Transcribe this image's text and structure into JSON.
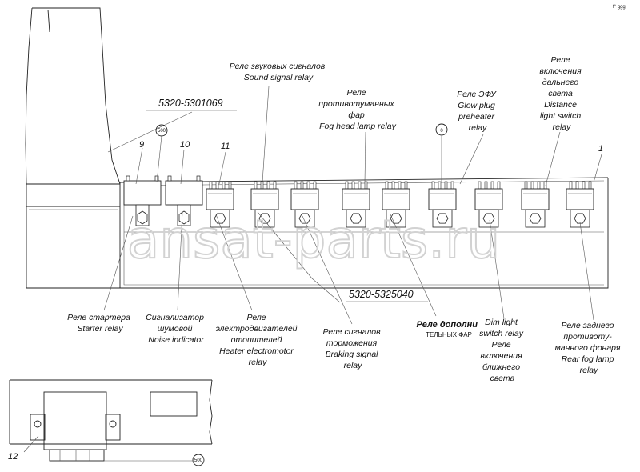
{
  "corner_mark": "f° ggg",
  "watermark": "ansat-parts.ru",
  "part_numbers": {
    "upper": "5320-5301069",
    "lower": "5320-5325040"
  },
  "markers": {
    "circle_500": "500",
    "circle_0": "0",
    "circle_500_bottom": "500"
  },
  "item_numbers": {
    "n9": "9",
    "n10": "10",
    "n11": "11",
    "n1": "1",
    "n12": "12"
  },
  "labels": {
    "sound": [
      "Реле звуковых сигналов",
      "Sound signal relay"
    ],
    "fog": [
      "Реле",
      "противотуманных",
      "фар",
      "Fog head lamp relay"
    ],
    "glow": [
      "Реле ЭФУ",
      "Glow plug",
      "preheater",
      "relay"
    ],
    "distance": [
      "Реле",
      "включения",
      "дальнего",
      "света",
      "Distance",
      "light switch",
      "relay"
    ],
    "starter": [
      "Реле стартера",
      "Starter relay"
    ],
    "noise": [
      "Сигнализатор",
      "шумовой",
      "Noise indicator"
    ],
    "heater": [
      "Реле",
      "электродвигателей",
      "отопителей",
      "Heater electromotor",
      "relay"
    ],
    "braking": [
      "Реле сигналов",
      "торможения",
      "Braking signal",
      "relay"
    ],
    "additional": [
      "Реле дополни",
      "ТЕЛЬНЫХ ФАР"
    ],
    "dim": [
      "Dim light",
      "switch relay",
      "Реле",
      "включения",
      "ближнего",
      "света"
    ],
    "rearfog": [
      "Реле заднего",
      "противоту-",
      "манного фонаря",
      "Rear fog lamp",
      "relay"
    ]
  }
}
